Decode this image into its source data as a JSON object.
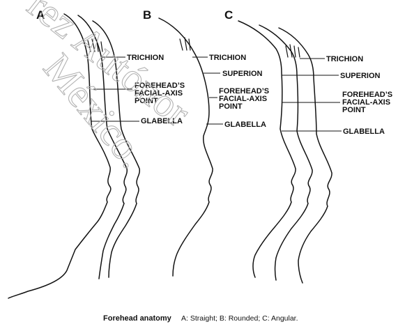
{
  "panels": [
    {
      "letter": "A",
      "labels": [
        "TRICHION",
        "FOREHEAD’S",
        "FACIAL-AXIS",
        "POINT",
        "GLABELLA"
      ]
    },
    {
      "letter": "B",
      "labels": [
        "TRICHION",
        "SUPERION",
        "FOREHEAD’S",
        "FACIAL-AXIS",
        "POINT",
        "GLABELLA"
      ]
    },
    {
      "letter": "C",
      "labels": [
        "TRICHION",
        "SUPERION",
        "FOREHEAD’S",
        "FACIAL-AXIS",
        "POINT",
        "GLABELLA"
      ]
    }
  ],
  "caption": {
    "title": "Forehead anatomy",
    "text": "A: Straight; B: Rounded; C: Angular."
  },
  "watermark": {
    "line1": "rez Autónor",
    "line2": "México."
  }
}
